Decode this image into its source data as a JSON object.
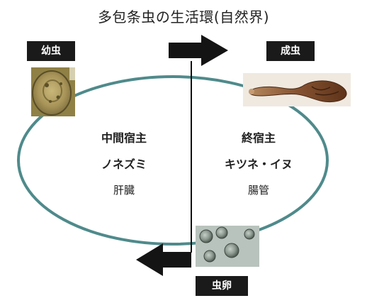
{
  "title": "多包条虫の生活環(自然界)",
  "stages": {
    "larva": "幼虫",
    "adult": "成虫",
    "egg": "虫卵"
  },
  "intermediate_host": {
    "heading": "中間宿主",
    "animal": "ノネズミ",
    "organ": "肝臓"
  },
  "definitive_host": {
    "heading": "終宿主",
    "animal": "キツネ・イヌ",
    "organ": "腸管"
  },
  "colors": {
    "cycle_ring": "#4f8a8b",
    "arrow": "#141414",
    "label_bg": "#1a1a1a",
    "divider": "#111111"
  }
}
